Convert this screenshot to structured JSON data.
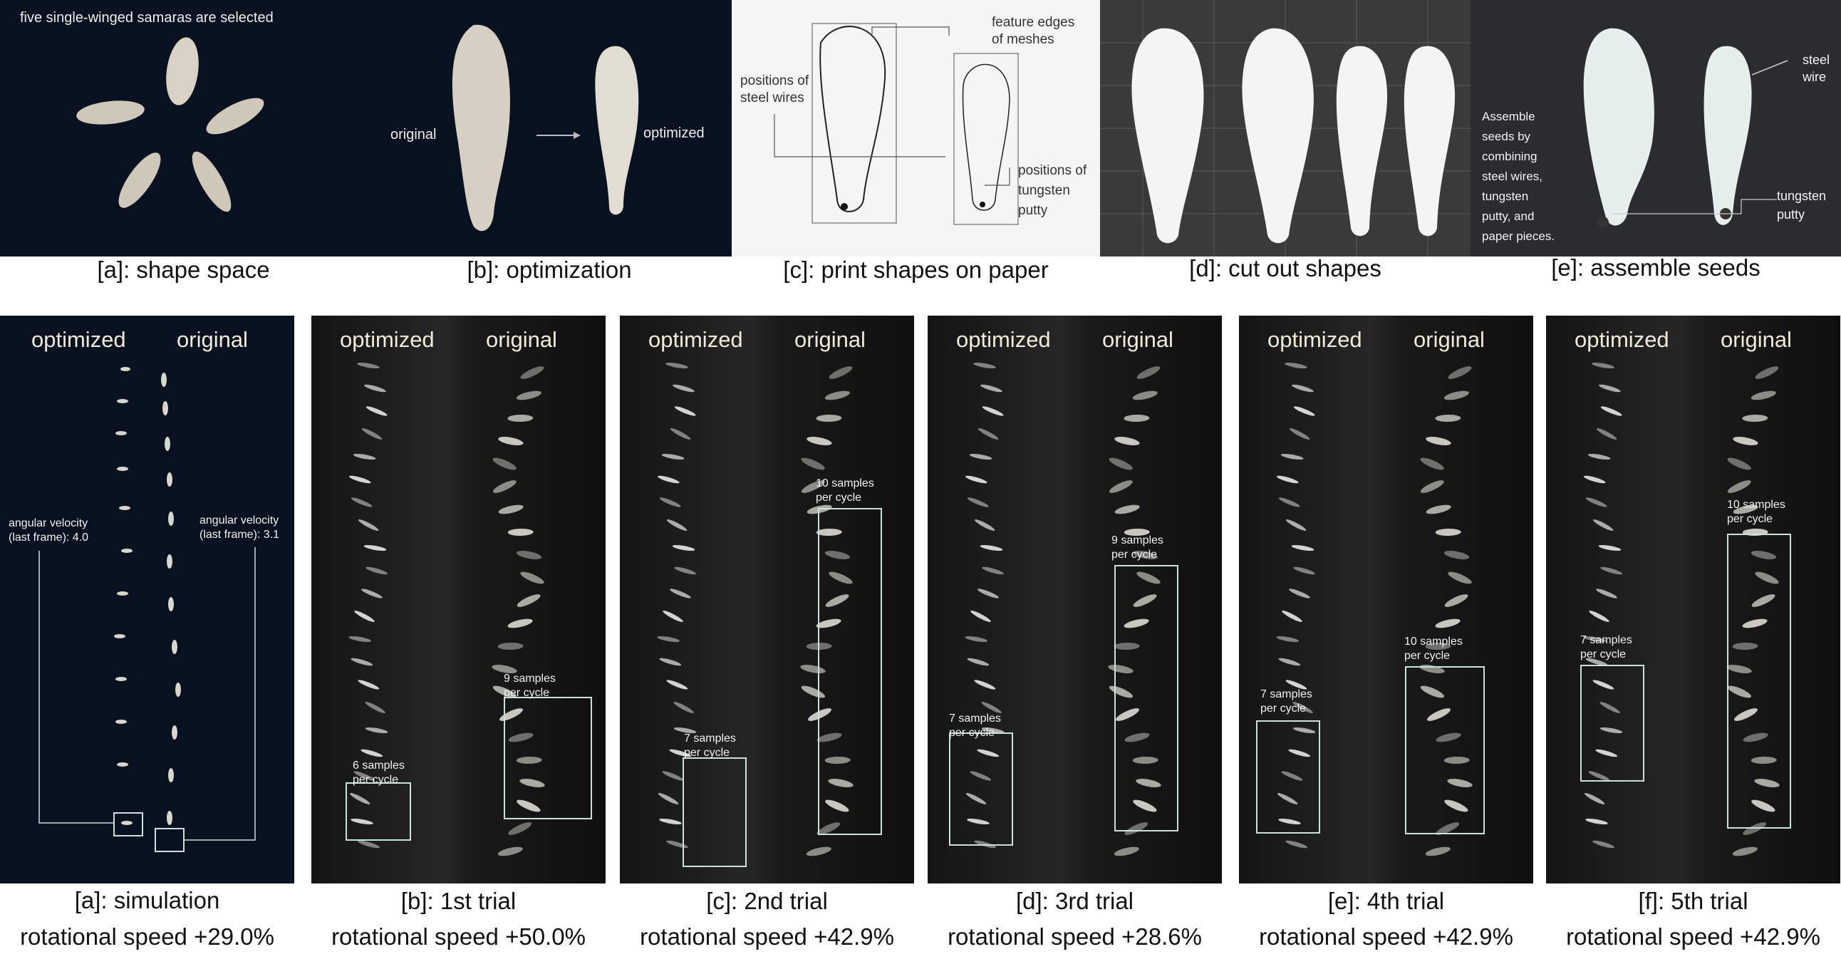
{
  "top_row": {
    "panels": [
      {
        "id": "a",
        "caption": "[a]: shape space",
        "note": "five single-winged samaras are selected"
      },
      {
        "id": "b",
        "caption": "[b]: optimization",
        "left_label": "original",
        "right_label": "optimized"
      },
      {
        "id": "c",
        "caption": "[c]: print shapes on paper",
        "labels": [
          "feature edges\nof meshes",
          "positions of\nsteel wires",
          "positions of\ntungsten\nputty"
        ]
      },
      {
        "id": "d",
        "caption": "[d]: cut out shapes"
      },
      {
        "id": "e",
        "caption": "[e]: assemble seeds",
        "assemble_note": "Assemble\nseeds by\ncombining\nsteel wires,\ntungsten\nputty, and\npaper pieces.",
        "wire_label": "steel\nwire",
        "putty_label": "tungsten\nputty"
      }
    ]
  },
  "bottom_row": {
    "column_labels": {
      "left": "optimized",
      "right": "original"
    },
    "panels": [
      {
        "id": "a",
        "caption": "[a]: simulation",
        "speed": "rotational speed +29.0%",
        "left_note": "angular velocity\n(last frame): 4.0",
        "right_note": "angular velocity\n(last frame): 3.1"
      },
      {
        "id": "b",
        "caption": "[b]: 1st trial",
        "speed": "rotational speed +50.0%",
        "notes": [
          "6 samples\nper cycle",
          "9 samples\nper cycle"
        ]
      },
      {
        "id": "c",
        "caption": "[c]: 2nd trial",
        "speed": "rotational speed +42.9%",
        "notes": [
          "7 samples\nper cycle",
          "10 samples\nper cycle"
        ]
      },
      {
        "id": "d",
        "caption": "[d]: 3rd trial",
        "speed": "rotational speed +28.6%",
        "notes": [
          "7 samples\nper cycle",
          "9 samples\nper cycle"
        ]
      },
      {
        "id": "e",
        "caption": "[e]: 4th trial",
        "speed": "rotational speed +42.9%",
        "notes": [
          "7 samples\nper cycle",
          "10 samples\nper cycle"
        ]
      },
      {
        "id": "f",
        "caption": "[f]: 5th trial",
        "speed": "rotational speed +42.9%",
        "notes": [
          "7 samples\nper cycle",
          "10 samples\nper cycle"
        ]
      }
    ]
  },
  "colors": {
    "dark_bg": "#07111f",
    "box": "#c7e3dc",
    "header_text": "#f0ead8"
  }
}
